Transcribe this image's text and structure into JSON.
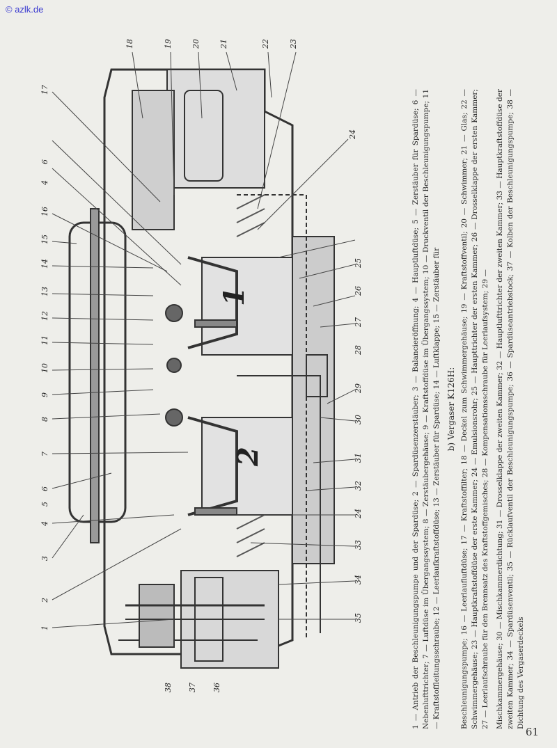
{
  "watermark": "© azlk.de",
  "page_number": "61",
  "caption_a_tail": "1 — Antrieb der Beschleunigungspumpe und der Spardüse; 2 — Spardüsenzerstäuber; 3 — Balancieröffnung; 4 — Hauptluftdüse; 5 — Zerstäuber für Spardüse; 6 — Nebenlufttrichter; 7 — Luftdüse im Übergangssystem; 8 — Zerstäubergehäuse; 9 — Kraftstoffdüse im Übergangssystem; 10 — Druckventil der Beschleunigungspumpe; 11 — Kraftstoffleitungsschraube; 12 — Leerlaufkraftstoffdüse; 13 — Zerstäuber für Spardüse; 14 — Luftklappe; 15 — Zerstäuber für",
  "caption_b_title": "b) Vergaser K126H:",
  "caption_b": "Beschleunigungspumpe; 16 — Leerlaufluftdüse; 17 — Kraftstoffilter; 18 — Deckel zum Schwimmergehäuse; 19 — Kraftstoffventil; 20 — Schwimmer; 21 — Glas; 22 — Schwimmergehäuse; 23 — Hauptkraftstoffdüse der erste Kammer; 24 — Emulsionsrohr; 25 — Haupttrichter der ersten Kammer; 26 — Drosselklappe der ersten Kammer; 27 — Leerlaufschraube für den Brennsatz des Kraftstoffgemisches; 28 — Kompensationsschraube für Leerlaufsystem; 29 —",
  "caption_c": "Mischkammergehäuse; 30 — Mischkammerdichtung; 31 — Drosselklappe der zweiten Kammer; 32 — Hauptlufttrichter der zweiten Kammer; 33 — Hauptkraftstoffdüse der zweiten Kammer; 34 — Spardüsenventil; 35 — Rücklaufventil der Beschleunigungspumpe; 36 — Spardüseantriebstock; 37 — Kolben der Beschleunigungspumpe; 38 — Dichtung des Vergaserdeckels",
  "diagram": {
    "left_labels": [
      "1",
      "2",
      "3",
      "4",
      "5",
      "6",
      "7",
      "8",
      "9",
      "10",
      "11",
      "12",
      "13",
      "14",
      "15",
      "16",
      "4",
      "6",
      "17",
      "18",
      "19",
      "20",
      "21",
      "22",
      "23"
    ],
    "right_labels": [
      "24",
      "25",
      "26",
      "27",
      "28",
      "29",
      "30",
      "31",
      "32",
      "24",
      "33",
      "34",
      "35"
    ],
    "bottom_labels": [
      "38",
      "37",
      "36"
    ],
    "chamber_1": "1",
    "chamber_2": "2"
  }
}
